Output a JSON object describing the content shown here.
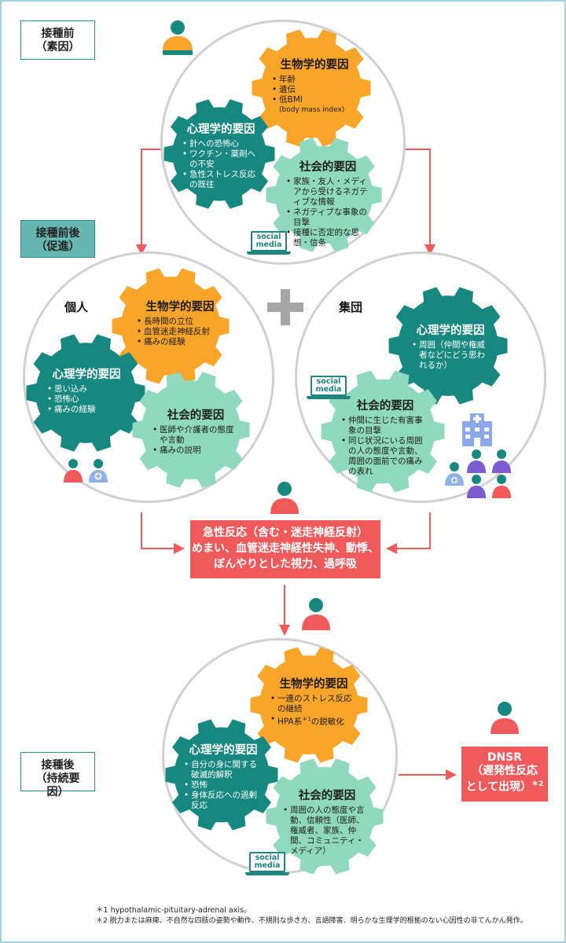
{
  "phases": {
    "before": [
      "接種前",
      "（素因）"
    ],
    "around": [
      "接種前後",
      "（促進）"
    ],
    "after": [
      "接種後",
      "（持続要因）"
    ]
  },
  "top": {
    "bio": {
      "title": "生物学的要因",
      "items": [
        "年齢",
        "遺伝",
        "低BMI"
      ],
      "note": "(body mass index)"
    },
    "psy": {
      "title": "心理学的要因",
      "items": [
        "針への恐怖心",
        "ワクチン・薬剤への不安",
        "急性ストレス反応の既往"
      ]
    },
    "soc": {
      "title": "社会的要因",
      "items": [
        "家族・友人・メディアから受けるネガティブな情報",
        "ネガティブな事象の目撃",
        "接種に否定的な思想・信条"
      ]
    }
  },
  "individual": {
    "label": "個人",
    "bio": {
      "title": "生物学的要因",
      "items": [
        "長時間の立位",
        "血管迷走神経反射",
        "痛みの経験"
      ]
    },
    "psy": {
      "title": "心理学的要因",
      "items": [
        "思い込み",
        "恐怖心",
        "痛みの経験"
      ]
    },
    "soc": {
      "title": "社会的要因",
      "items": [
        "医師や介護者の態度や言動",
        "痛みの説明"
      ]
    }
  },
  "group": {
    "label": "集団",
    "psy": {
      "title": "心理学的要因",
      "items": [
        "周囲（仲間や権威者などにどう思われるか）"
      ]
    },
    "soc": {
      "title": "社会的要因",
      "items": [
        "仲間に生じた有害事象の目撃",
        "同じ状況にいる周囲の人の態度や言動、周囲の面前での痛みの表れ"
      ]
    }
  },
  "social_media_label": [
    "social",
    "media"
  ],
  "acute": [
    "急性反応（含む・迷走神経反射）",
    "めまい、血管迷走神経性失神、動悸、",
    "ぼんやりとした視力、過呼吸"
  ],
  "bottom": {
    "bio": {
      "title": "生物学的要因",
      "items": [
        "一連のストレス反応の継続",
        "HPA系"
      ],
      "hpa_sup": "＊1",
      "hpa_suffix": "の鋭敏化"
    },
    "psy": {
      "title": "心理学的要因",
      "items": [
        "自分の身に関する破滅的解釈",
        "恐怖",
        "身体反応への過剰反応"
      ]
    },
    "soc": {
      "title": "社会的要因",
      "items": [
        "周囲の人の態度や言動、信頼性（医師、権威者、家族、仲間、コミュニティ・メディア）"
      ]
    }
  },
  "dnsr": {
    "lines": [
      "DNSR",
      "（遅発性反応",
      "として出現）"
    ],
    "sup": "＊2"
  },
  "footnotes": [
    "＊1 hypothalamic-pituitary-adrenal axis。",
    "＊2 脱力または麻痺、不自然な四肢の姿勢や動作、不規則な歩き方、言語障害、明らかな生理学的根拠のない心因性の非てんかん発作。"
  ],
  "colors": {
    "orange": "#f8a529",
    "dark_teal": "#17887f",
    "light_teal": "#8fd9be",
    "red": "#f05a5b",
    "frame": "#9fd4dc",
    "circle_border": "#d0d0d0"
  }
}
